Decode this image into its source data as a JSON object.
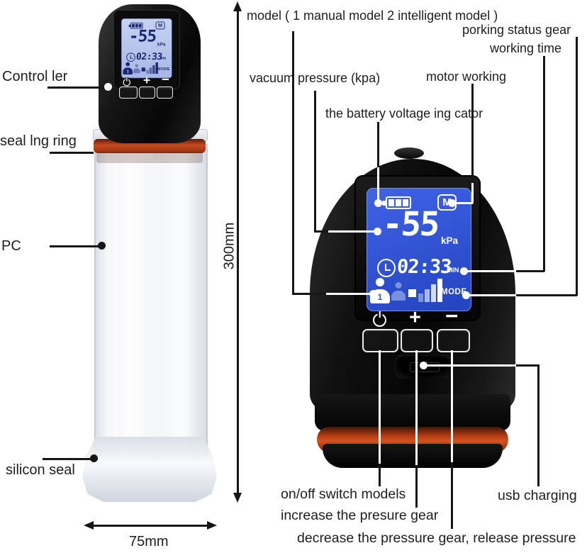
{
  "diagram_labels": {
    "model": "model ( 1 manual model 2 intelligent model )",
    "porking_status_gear": "porking status gear",
    "working_time": "working time",
    "vacuum_pressure": "vacuum pressure (kpa)",
    "motor_working": "motor working",
    "battery_indicator": "the battery voltage ing cator",
    "controller": "Control ler",
    "sealing_ring": "seal lng ring",
    "pc": "PC",
    "silicon_seal": "silicon seal",
    "on_off_switch": "on/off switch models",
    "usb_charging": "usb charging",
    "increase_gear": "increase the presure gear",
    "decrease_gear": "decrease the pressure gear, release pressure"
  },
  "dimensions": {
    "height": "300mm",
    "width": "75mm"
  },
  "display": {
    "mode_badge": "M",
    "pressure_value": "-55",
    "pressure_unit": "kPa",
    "time_value": "02:33",
    "time_unit": "MIN",
    "gear_number": "1",
    "mode_label": "MODE",
    "plus": "+",
    "minus": "−"
  },
  "colors": {
    "screen_blue": "#2e53d2",
    "seal_orange": "#cf4a1b",
    "body_black": "#111111"
  },
  "icons": {
    "battery": "battery-icon",
    "mode_badge": "mode-m-icon",
    "clock": "clock-icon",
    "user_gear": "user-gear-icon",
    "intensity": "intensity-bars-icon",
    "power": "power-icon",
    "usb": "usb-port",
    "dimension_arrows": "double-arrow-icon"
  }
}
